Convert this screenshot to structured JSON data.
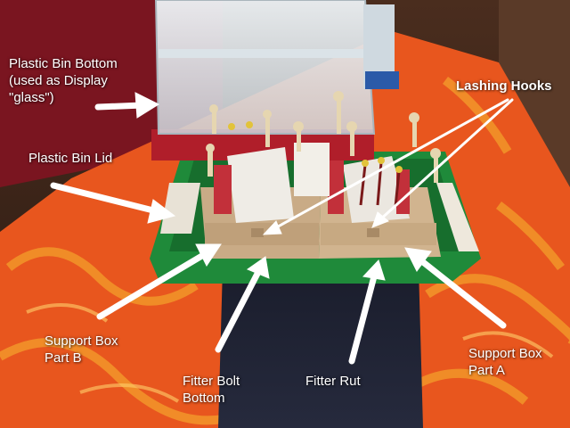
{
  "labels": {
    "bin_bottom": [
      "Plastic Bin Bottom",
      "(used as Display",
      "\"glass\")"
    ],
    "lashing_hooks": "Lashing Hooks",
    "bin_lid": "Plastic Bin Lid",
    "support_box_b": [
      "Support Box",
      "Part B"
    ],
    "fitter_bolt_bottom": [
      "Fitter Bolt",
      "Bottom"
    ],
    "fitter_rut": "Fitter Rut",
    "support_box_a": [
      "Support Box",
      "Part A"
    ]
  },
  "colors": {
    "tablecloth": "#e8561e",
    "tablecloth_pattern": "#f39a2a",
    "wall": "#3a2418",
    "green_tray": "#1f8a3a",
    "support_box": "#c9ab86",
    "navy_cloth": "#1f2233",
    "red_bin": "#b01e2a",
    "arrow": "#ffffff"
  }
}
